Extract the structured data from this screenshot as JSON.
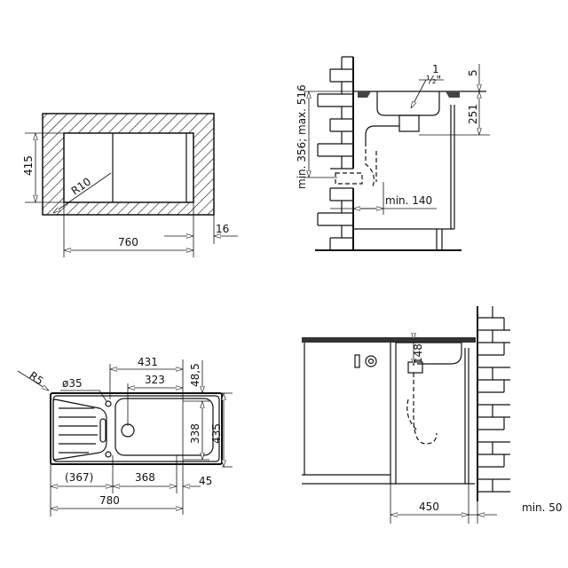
{
  "cutout_view": {
    "height_label": "415",
    "radius_label": "R10",
    "width_label": "760",
    "margin_label": "16"
  },
  "side_view_wall": {
    "thread_label_whole": "1",
    "thread_label_fraction": "½\"",
    "top_gap_label": "5",
    "depth_label": "251",
    "drain_height_label": "min. 356; max. 516",
    "wall_distance_label": "min. 140"
  },
  "top_view": {
    "radius_label": "R5",
    "hole_label": "ø35",
    "dim_431": "431",
    "dim_323": "323",
    "dim_48_5": "48,5",
    "dim_338": "338",
    "dim_435": "435",
    "dim_367": "(367)",
    "dim_368": "368",
    "dim_45": "45",
    "dim_780": "780"
  },
  "side_view_cabinet": {
    "depth_label": "148",
    "cabinet_label": "450",
    "wall_gap_label": "min. 50"
  }
}
